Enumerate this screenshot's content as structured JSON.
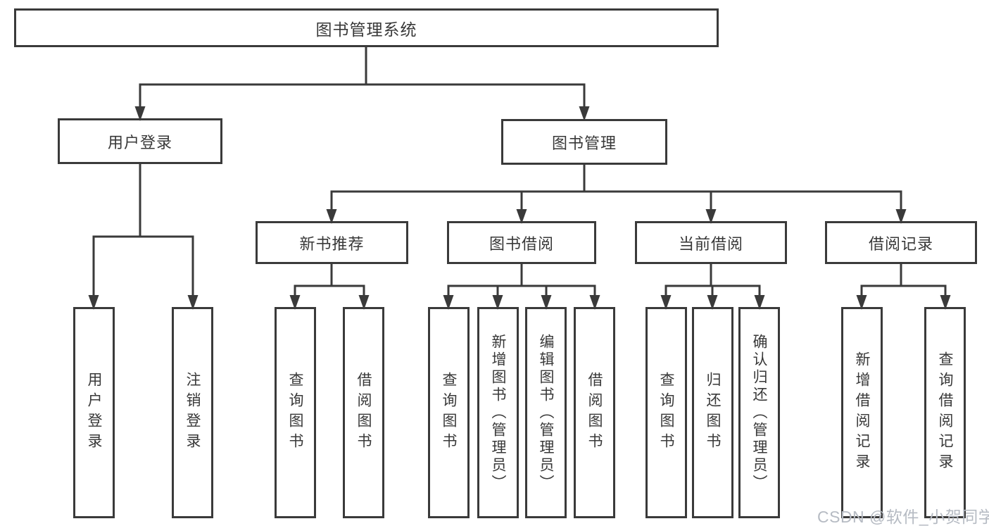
{
  "nodes": {
    "root": "图书管理系统",
    "user_login": "用户登录",
    "book_mgmt": "图书管理",
    "new_rec": "新书推荐",
    "book_borrow": "图书借阅",
    "current_borrow": "当前借阅",
    "borrow_records": "借阅记录",
    "leaf_user_login": "用户登录",
    "leaf_logout": "注销登录",
    "leaf_rec_query": "查询图书",
    "leaf_rec_borrow": "借阅图书",
    "leaf_bb_query": "查询图书",
    "leaf_bb_add": "新增图书（管理员）",
    "leaf_bb_edit": "编辑图书（管理员）",
    "leaf_bb_borrow": "借阅图书",
    "leaf_cb_query": "查询图书",
    "leaf_cb_return": "归还图书",
    "leaf_cb_confirm": "确认归还（管理员）",
    "leaf_br_add": "新增借阅记录",
    "leaf_br_query": "查询借阅记录"
  },
  "watermark": "CSDN @软件_小贺同学",
  "colors": {
    "line": "#3a3a3a",
    "text": "#383838",
    "watermark": "#b6bbc3",
    "background": "#ffffff"
  }
}
